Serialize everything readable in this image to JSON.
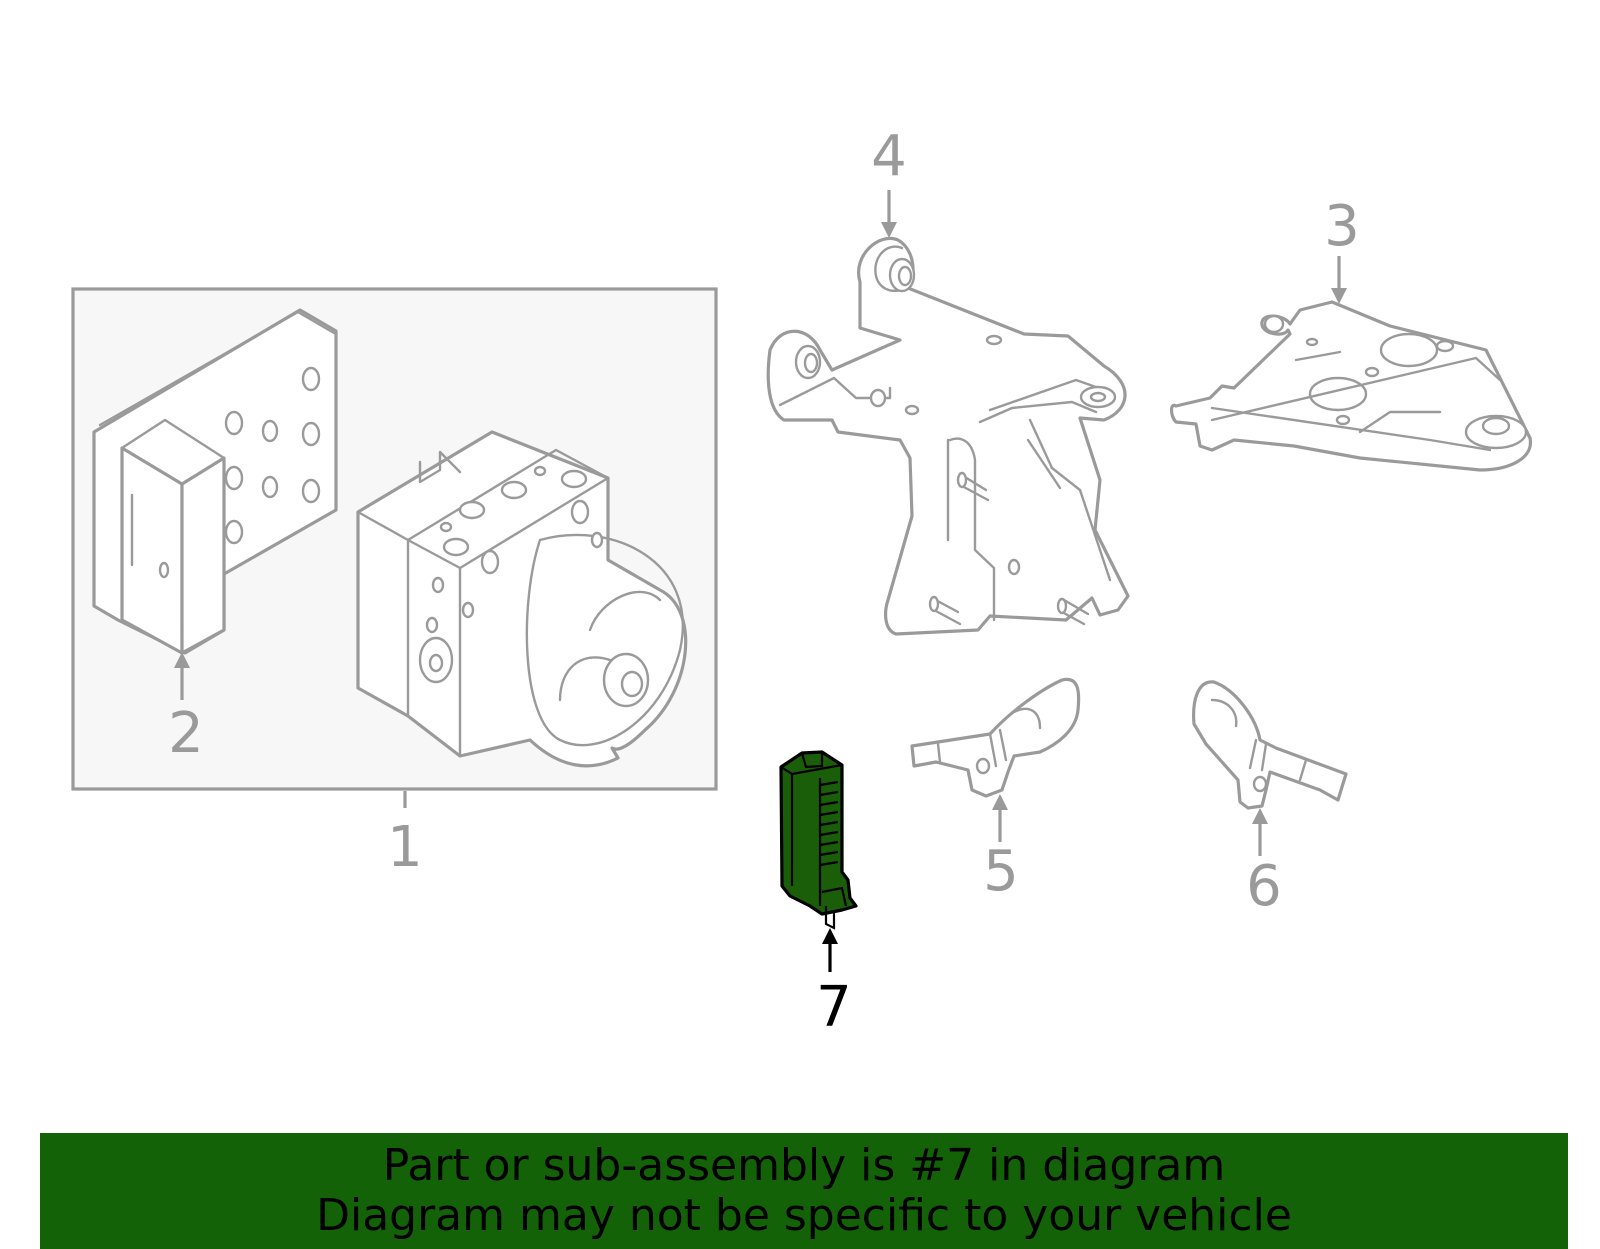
{
  "colors": {
    "highlight_fill": "#1a5e0a",
    "banner_background": "#136207",
    "line_art": "#9a9a9a",
    "assembly_box_fill": "#f7f7f7"
  },
  "callouts": {
    "c1": "1",
    "c2": "2",
    "c3": "3",
    "c4": "4",
    "c5": "5",
    "c6": "6",
    "c7": "7"
  },
  "highlighted_part": "7",
  "banner": {
    "line1": "Part or sub-assembly is #7 in diagram",
    "line2": "Diagram may not be specific to your vehicle"
  }
}
